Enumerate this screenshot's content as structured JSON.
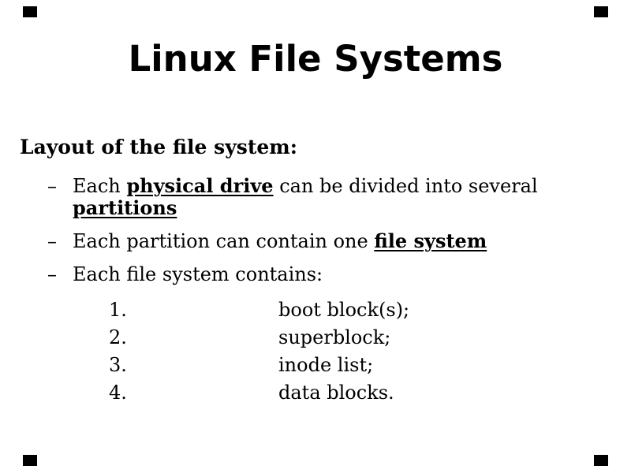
{
  "slide": {
    "title": "Linux File Systems",
    "heading": "Layout of the file system:",
    "bullets": [
      {
        "marker": "–",
        "segments": [
          {
            "text": "Each ",
            "style": "normal"
          },
          {
            "text": "physical drive",
            "style": "bold-underline"
          },
          {
            "text": " can be divided into several ",
            "style": "normal"
          },
          {
            "text": "partitions",
            "style": "bold-underline",
            "break_before": true
          }
        ]
      },
      {
        "marker": "–",
        "segments": [
          {
            "text": "Each partition can contain one ",
            "style": "normal"
          },
          {
            "text": "file system",
            "style": "bold-underline"
          }
        ]
      },
      {
        "marker": "–",
        "segments": [
          {
            "text": "Each file system contains:",
            "style": "normal"
          }
        ]
      }
    ],
    "numbered_list": [
      {
        "number": "1.",
        "label": "boot block(s);"
      },
      {
        "number": "2.",
        "label": "superblock;"
      },
      {
        "number": "3.",
        "label": "inode list;"
      },
      {
        "number": "4.",
        "label": "data blocks."
      }
    ],
    "colors": {
      "background": "#ffffff",
      "text": "#000000",
      "corner_marker": "#000000"
    }
  }
}
